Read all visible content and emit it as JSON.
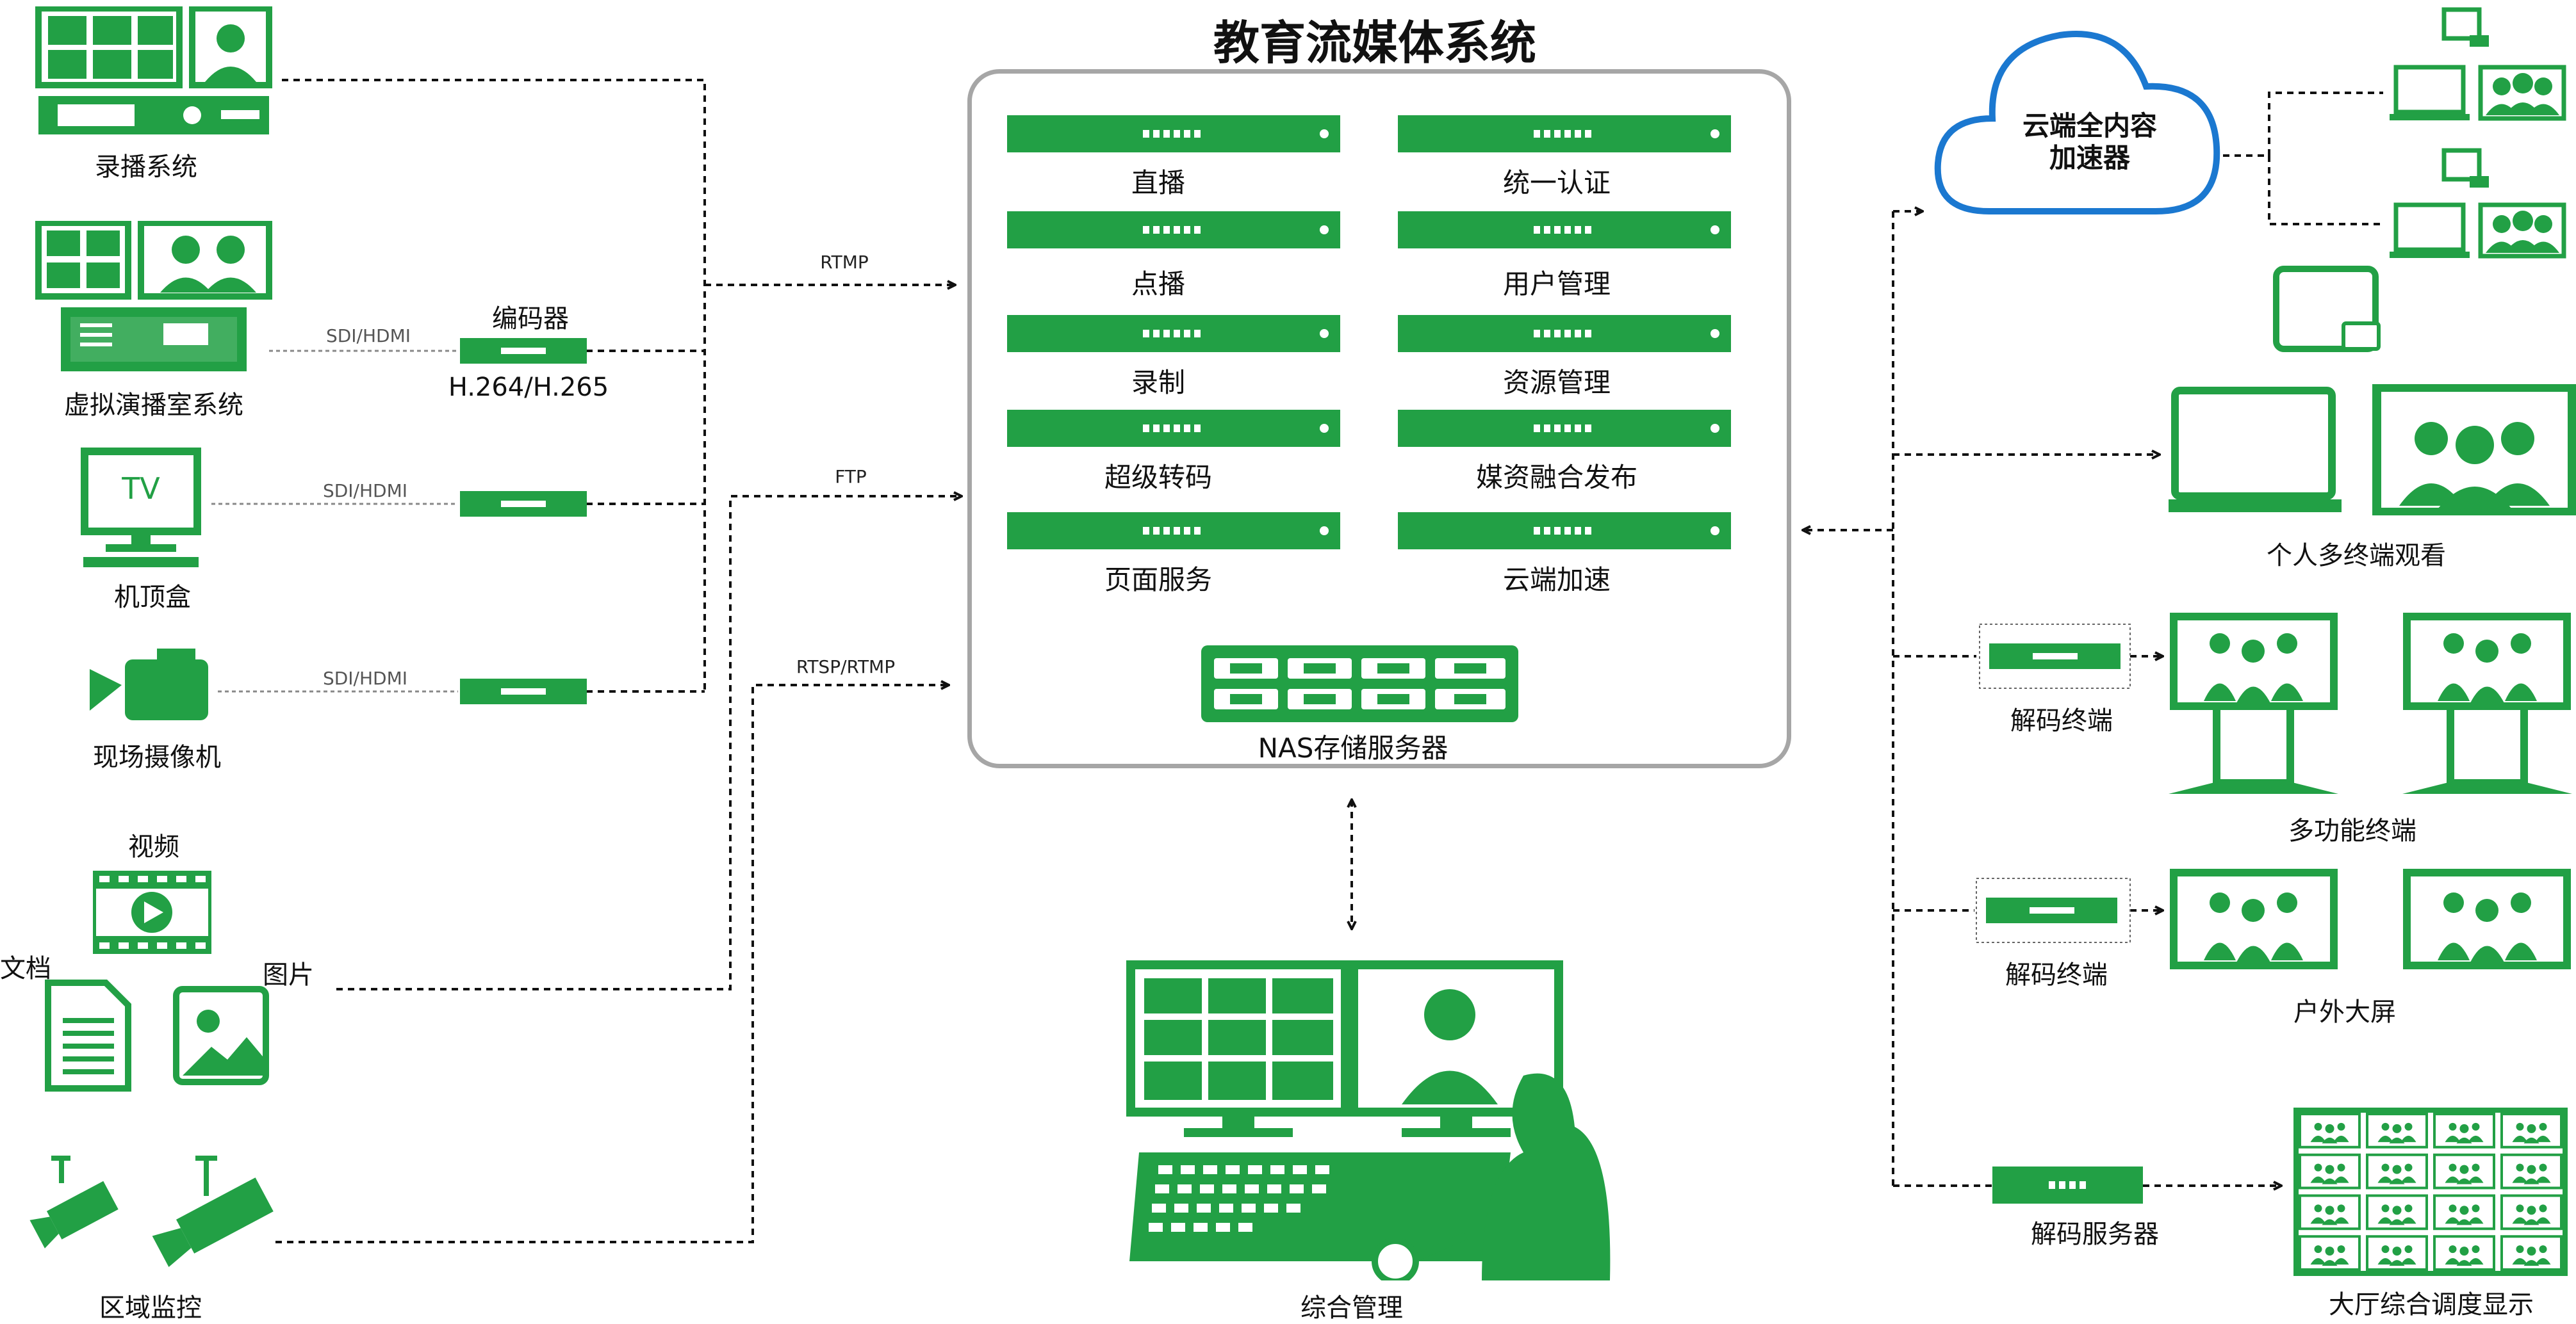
{
  "title": "教育流媒体系统",
  "colors": {
    "accent": "#22a045",
    "cloud_border": "#1b78d0",
    "frame_gray": "#a6a6a6"
  },
  "sources": {
    "recording": "录播系统",
    "virtual_studio": "虚拟演播室系统",
    "encoder": "编码器",
    "codec": "H.264/H.265",
    "set_top_box": "机顶盒",
    "tv_text": "TV",
    "camera": "现场摄像机",
    "video": "视频",
    "document": "文档",
    "picture": "图片",
    "surveillance": "区域监控",
    "sdi_1": "SDI/HDMI",
    "sdi_2": "SDI/HDMI",
    "sdi_3": "SDI/HDMI"
  },
  "protocols": {
    "rtmp": "RTMP",
    "ftp": "FTP",
    "rtsp": "RTSP/RTMP"
  },
  "core": {
    "modules_left": [
      "直播",
      "点播",
      "录制",
      "超级转码",
      "页面服务"
    ],
    "modules_right": [
      "统一认证",
      "用户管理",
      "资源管理",
      "媒资融合发布",
      "云端加速"
    ],
    "nas": "NAS存储服务器"
  },
  "management": "综合管理",
  "outputs": {
    "cloud": "云端全内容\n加速器",
    "cloud_line1": "云端全内容",
    "cloud_line2": "加速器",
    "personal": "个人多终端观看",
    "decoder_1": "解码终端",
    "multi": "多功能终端",
    "decoder_2": "解码终端",
    "outdoor": "户外大屏",
    "decode_server": "解码服务器",
    "hall": "大厅综合调度显示"
  }
}
